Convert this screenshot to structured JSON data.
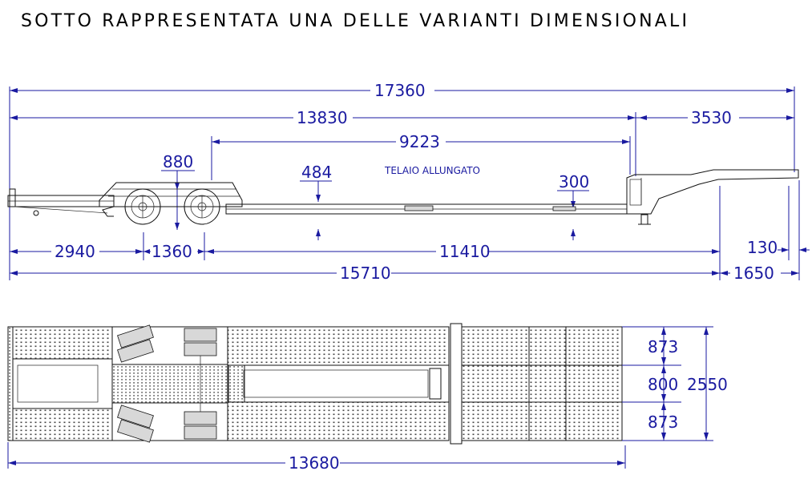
{
  "title": "SOTTO RAPPRESENTATA UNA DELLE VARIANTI DIMENSIONALI",
  "side_view": {
    "overall_length": "17360",
    "length_to_gooseneck": "13830",
    "gooseneck_length": "3530",
    "deck_length": "9223",
    "axle_spacing": "880",
    "deck_height": "484",
    "frame_note": "TELAIO ALLUNGATO",
    "front_deck_height": "300",
    "rear_overhang": "2940",
    "axle_group": "1360",
    "center_span": "11410",
    "front_offset": "130",
    "chassis_length": "15710",
    "front_length": "1650"
  },
  "top_view": {
    "side_width_top": "873",
    "center_width": "800",
    "side_width_bottom": "873",
    "overall_width": "2550",
    "platform_length": "13680"
  }
}
